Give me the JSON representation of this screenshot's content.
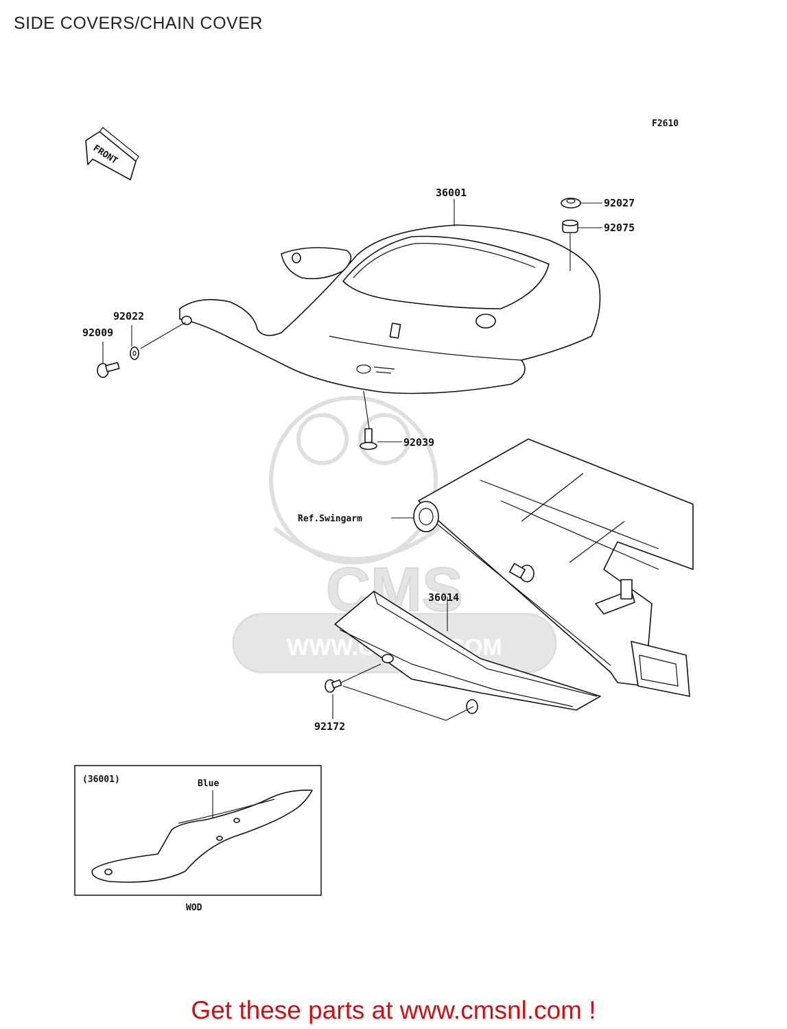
{
  "page": {
    "title": "SIDE COVERS/CHAIN COVER",
    "figure_code": "F2610",
    "direction_label": "FRONT"
  },
  "parts": {
    "p36001": "36001",
    "p92027": "92027",
    "p92075": "92075",
    "p92022": "92022",
    "p92009": "92009",
    "p92039": "92039",
    "ref_swingarm": "Ref.Swingarm",
    "p36014": "36014",
    "p92172": "92172"
  },
  "inset": {
    "part_ref": "(36001)",
    "color_label": "Blue",
    "variant_code": "WOD"
  },
  "watermark": {
    "brand": "CMS",
    "site": "WWW.CMSNL.COM"
  },
  "footer": {
    "text": "Get these parts at www.cmsnl.com !"
  },
  "colors": {
    "footer_text": "#d01010",
    "line_art": "#111111",
    "watermark": "#e0e0e0"
  }
}
